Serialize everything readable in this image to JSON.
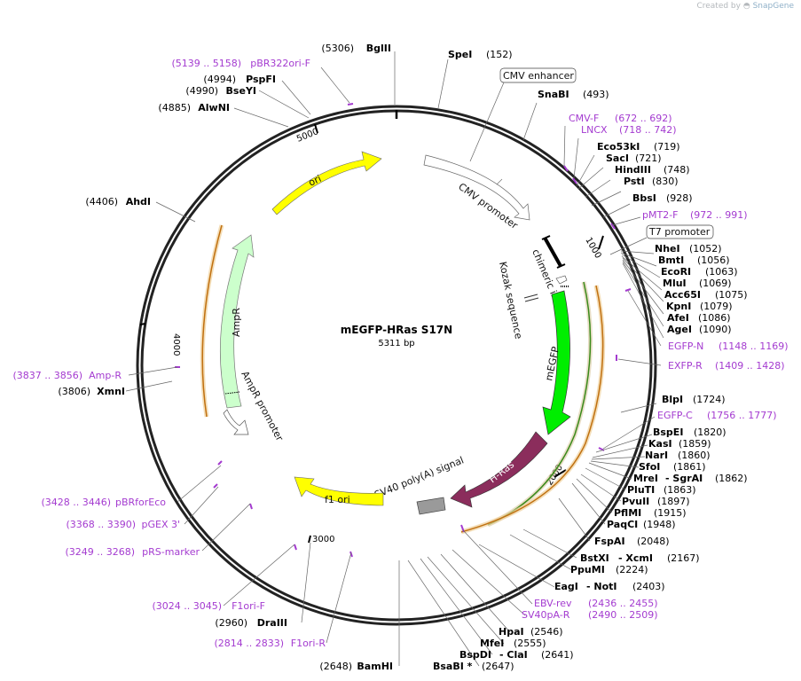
{
  "credit": {
    "prefix": "Created by",
    "brand": "SnapGene"
  },
  "plasmid": {
    "name": "mEGFP-HRas S17N",
    "length": "5311 bp"
  },
  "ticks": [
    "1000",
    "2000",
    "3000",
    "4000",
    "5000"
  ],
  "features": {
    "cmv_enhancer": "CMV enhancer",
    "cmv_promoter": "CMV promoter",
    "chimeric_intron": "chimeric intron",
    "kozak": "Kozak sequence",
    "t7_promoter": "T7 promoter",
    "megfp": "mEGFP",
    "hras": "H-Ras",
    "sv40": "SV40 poly(A) signal",
    "f1ori": "f1 ori",
    "ampr_promoter": "AmpR promoter",
    "ampr": "AmpR",
    "ori": "ori"
  },
  "labels": {
    "bglii": [
      "(5306)",
      "BglII"
    ],
    "spei": [
      "SpeI",
      "(152)"
    ],
    "pbr322": [
      "(5139 .. 5158)",
      "pBR322ori-F"
    ],
    "pspfi": [
      "(4994)",
      "PspFI"
    ],
    "bseyi": [
      "(4990)",
      "BseYI"
    ],
    "alwni": [
      "(4885)",
      "AlwNI"
    ],
    "ahdi": [
      "(4406)",
      "AhdI"
    ],
    "ampR_primer": [
      "(3837 .. 3856)",
      "Amp-R"
    ],
    "xmni": [
      "(3806)",
      "XmnI"
    ],
    "pbrforeco": [
      "(3428 .. 3446)",
      "pBRforEco"
    ],
    "pgex": [
      "(3368 .. 3390)",
      "pGEX 3'"
    ],
    "prs": [
      "(3249 .. 3268)",
      "pRS-marker"
    ],
    "f1orif": [
      "(3024 .. 3045)",
      "F1ori-F"
    ],
    "draiii": [
      "(2960)",
      "DraIII"
    ],
    "f1orir": [
      "(2814 .. 2833)",
      "F1ori-R"
    ],
    "bamhi": [
      "(2648)",
      "BamHI"
    ],
    "snabi": [
      "SnaBI",
      "(493)"
    ],
    "cmvf": [
      "CMV-F",
      "(672 .. 692)"
    ],
    "lncx": [
      "LNCX",
      "(718 .. 742)"
    ],
    "eco53ki": [
      "Eco53kI",
      "(719)"
    ],
    "saci": [
      "SacI",
      "(721)"
    ],
    "hindiii": [
      "HindIII",
      "(748)"
    ],
    "psti": [
      "PstI",
      "(830)"
    ],
    "bbsi": [
      "BbsI",
      "(928)"
    ],
    "pmt2f": [
      "pMT2-F",
      "(972 .. 991)"
    ],
    "nhei": [
      "NheI",
      "(1052)"
    ],
    "bmti": [
      "BmtI",
      "(1056)"
    ],
    "ecori": [
      "EcoRI",
      "(1063)"
    ],
    "mlui": [
      "MluI",
      "(1069)"
    ],
    "acc65i": [
      "Acc65I",
      "(1075)"
    ],
    "kpni": [
      "KpnI",
      "(1079)"
    ],
    "afei": [
      "AfeI",
      "(1086)"
    ],
    "agei": [
      "AgeI",
      "(1090)"
    ],
    "egfpn": [
      "EGFP-N",
      "(1148 .. 1169)"
    ],
    "exfpr": [
      "EXFP-R",
      "(1409 .. 1428)"
    ],
    "blpi": [
      "BlpI",
      "(1724)"
    ],
    "egfpc": [
      "EGFP-C",
      "(1756 .. 1777)"
    ],
    "bspei": [
      "BspEI",
      "(1820)"
    ],
    "kasi": [
      "KasI",
      "(1859)"
    ],
    "nari": [
      "NarI",
      "(1860)"
    ],
    "sfoi": [
      "SfoI",
      "(1861)"
    ],
    "mrei": [
      "MreI",
      "- SgrAI",
      "(1862)"
    ],
    "pluti": [
      "PluTI",
      "(1863)"
    ],
    "pvuii": [
      "PvuII",
      "(1897)"
    ],
    "pflmi": [
      "PflMI",
      "(1915)"
    ],
    "paqci": [
      "PaqCI",
      "(1948)"
    ],
    "fspai": [
      "FspAI",
      "(2048)"
    ],
    "bstxi": [
      "BstXI",
      "- XcmI",
      "(2167)"
    ],
    "ppumi": [
      "PpuMI",
      "(2224)"
    ],
    "eagi": [
      "EagI",
      "- NotI",
      "(2403)"
    ],
    "ebvrev": [
      "EBV-rev",
      "(2436 .. 2455)"
    ],
    "sv40par": [
      "SV40pA-R",
      "(2490 .. 2509)"
    ],
    "hpai": [
      "HpaI",
      "(2546)"
    ],
    "mfei": [
      "MfeI",
      "(2555)"
    ],
    "bspdi": [
      "BspDI",
      "- ClaI",
      "(2641)"
    ],
    "bsabi": [
      "BsaBI *",
      "(2647)"
    ]
  }
}
